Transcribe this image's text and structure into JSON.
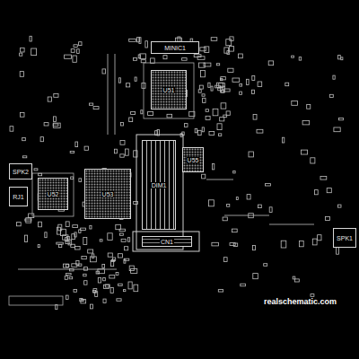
{
  "diagram": {
    "nodes": [
      {
        "text": [
          "MINIC1"
        ]
      },
      {
        "text": [
          "U51"
        ]
      },
      {
        "text": [
          "DIM1"
        ]
      },
      {
        "text": [
          "U55"
        ]
      },
      {
        "text": [
          "SPK2"
        ]
      },
      {
        "text": [
          "RJ1"
        ]
      },
      {
        "text": [
          "U52"
        ]
      },
      {
        "text": [
          "U53"
        ]
      },
      {
        "text": [
          "CN1"
        ]
      },
      {
        "text": [
          "SPK1"
        ]
      }
    ],
    "labels": [
      "realschematic.com"
    ]
  }
}
